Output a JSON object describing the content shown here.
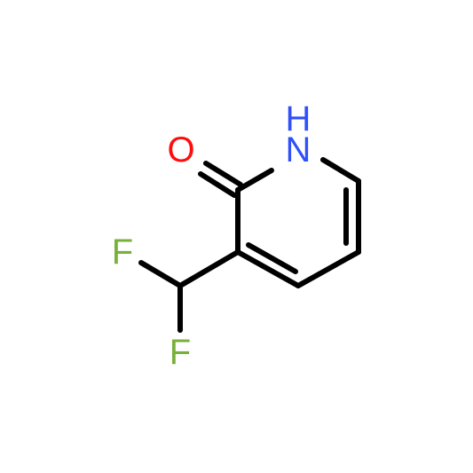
{
  "molecule": {
    "atoms": [
      {
        "id": "O1",
        "label": "O",
        "color": "#ff0d0d"
      },
      {
        "id": "N1",
        "label": "N",
        "color": "#3050f8"
      },
      {
        "id": "H1",
        "label": "H",
        "color": "#3050f8"
      },
      {
        "id": "F1",
        "label": "F",
        "color": "#78b03a"
      },
      {
        "id": "F2",
        "label": "F",
        "color": "#78b03a"
      }
    ]
  }
}
